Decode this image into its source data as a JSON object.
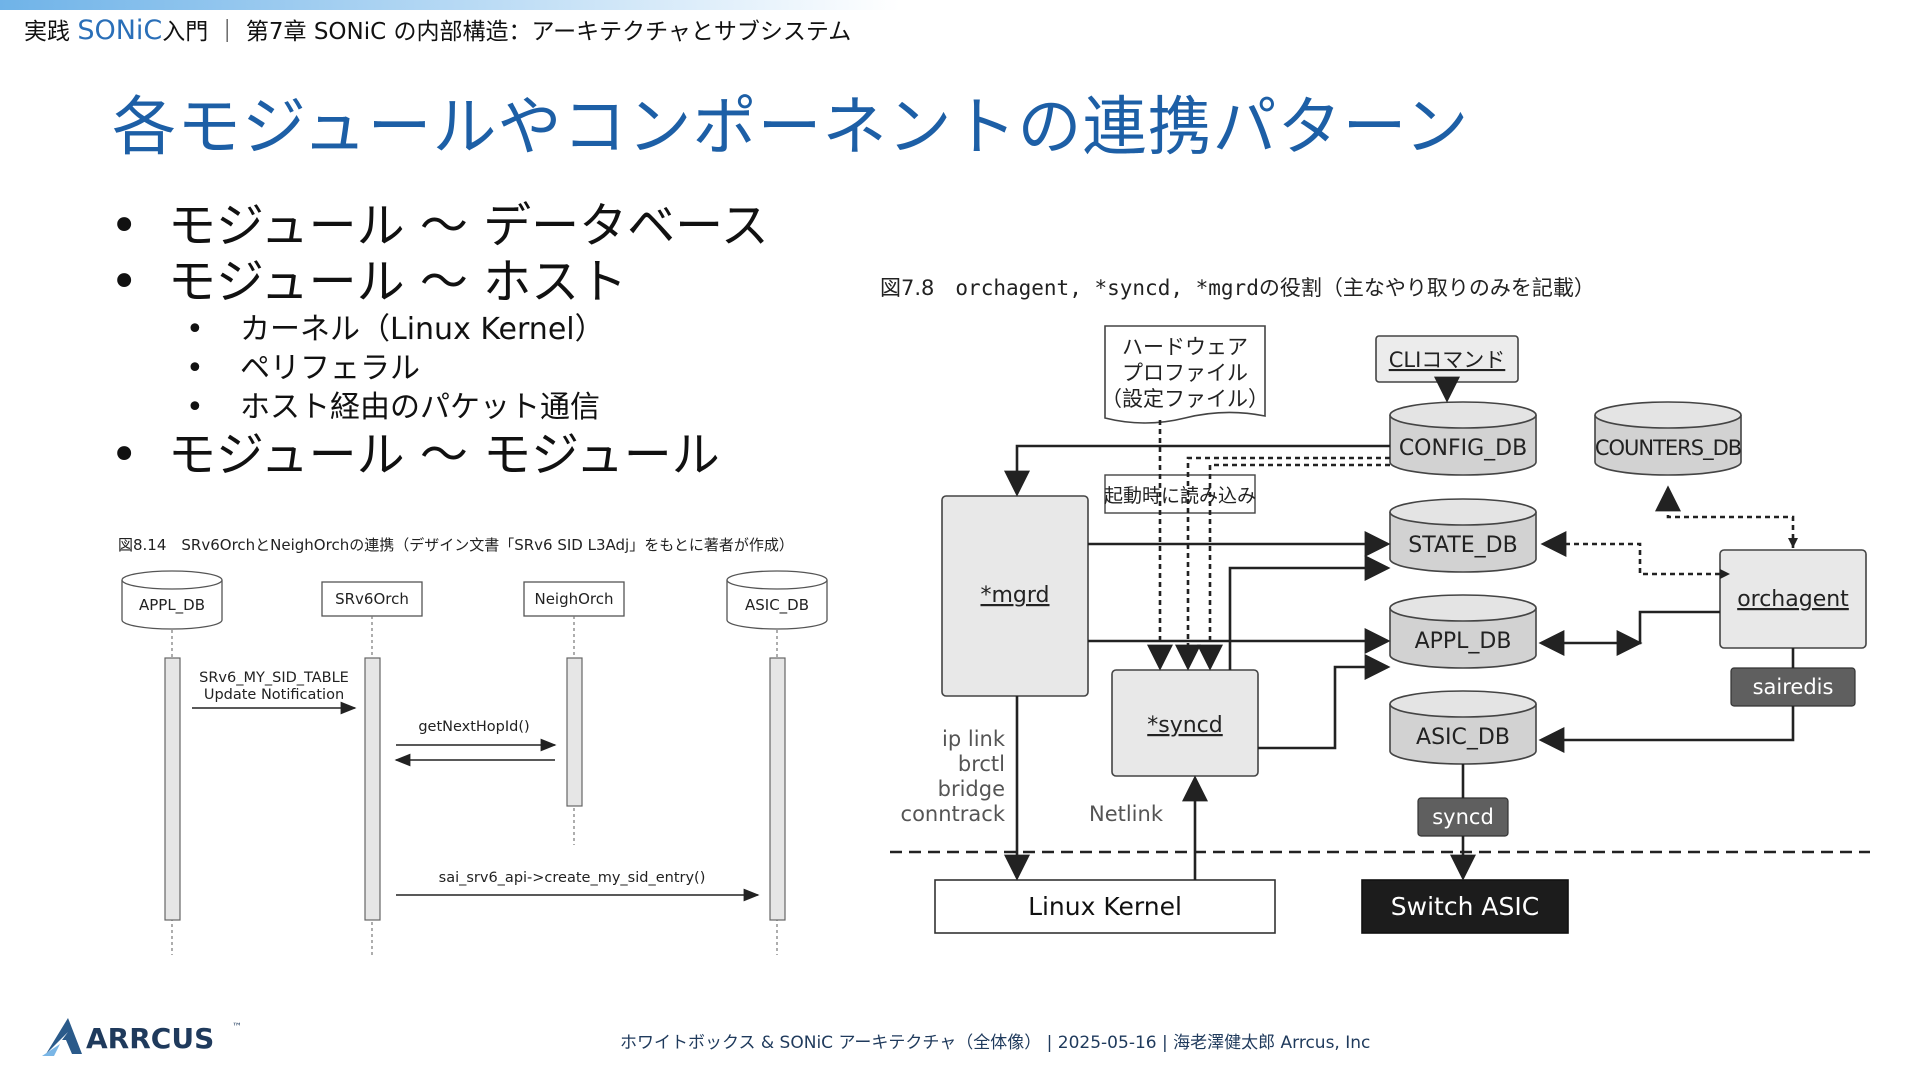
{
  "header": {
    "prefix": "実践 ",
    "brand": "SONiC",
    "suffix": "入門 ｜ 第7章 SONiC の内部構造：アーキテクチャとサブシステム"
  },
  "title": "各モジュールやコンポーネントの連携パターン",
  "bullets": [
    {
      "level": 1,
      "text": "モジュール 〜 データベース"
    },
    {
      "level": 1,
      "text": "モジュール 〜 ホスト"
    },
    {
      "level": 2,
      "text": "カーネル（Linux Kernel）"
    },
    {
      "level": 2,
      "text": "ペリフェラル"
    },
    {
      "level": 2,
      "text": "ホスト経由のパケット通信"
    },
    {
      "level": 1,
      "text": "モジュール 〜 モジュール"
    }
  ],
  "fig_left": {
    "caption": "図8.14　SRv6OrchとNeighOrchの連携（デザイン文書「SRv6 SID L3Adj」をもとに著者が作成）",
    "participants": [
      "APPL_DB",
      "SRv6Orch",
      "NeighOrch",
      "ASIC_DB"
    ],
    "msg1_line1": "SRv6_MY_SID_TABLE",
    "msg1_line2": "Update Notification",
    "msg2": "getNextHopId()",
    "msg3": "sai_srv6_api->create_my_sid_entry()"
  },
  "fig_right": {
    "caption_prefix": "図7.8　",
    "caption_mono": "orchagent, *syncd, *mgrd",
    "caption_suffix": "の役割（主なやり取りのみを記載）",
    "hw_profile_l1": "ハードウェア",
    "hw_profile_l2": "プロファイル",
    "hw_profile_l3": "（設定ファイル）",
    "cli": "CLIコマンド",
    "config_db": "CONFIG_DB",
    "counters_db": "COUNTERS_DB",
    "state_db": "STATE_DB",
    "appl_db": "APPL_DB",
    "asic_db": "ASIC_DB",
    "boot_read": "起動時に読み込み",
    "mgrd": "*mgrd",
    "syncd_mod": "*syncd",
    "orchagent": "orchagent",
    "sairedis": "sairedis",
    "syncd": "syncd",
    "ip_link": "ip link",
    "brctl": "brctl",
    "bridge": "bridge",
    "conntrack": "conntrack",
    "netlink": "Netlink",
    "linux_kernel": "Linux Kernel",
    "switch_asic": "Switch ASIC"
  },
  "footer": "ホワイトボックス & SONiC アーキテクチャ（全体像） | 2025-05-16 | 海老澤健太郎 Arrcus, Inc",
  "logo": {
    "text": "ARRCUS",
    "mark": "™",
    "color": "#1f3a5c"
  },
  "colors": {
    "title": "#1d5fa6",
    "brand": "#2a6fb8",
    "box_fill": "#e8e8e8",
    "db_fill": "#d2d2d2",
    "dark_box": "#5f5f5f"
  }
}
